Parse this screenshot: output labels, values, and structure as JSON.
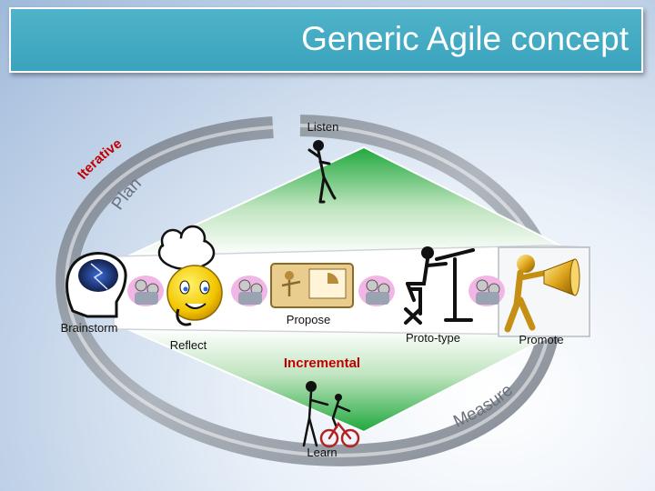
{
  "slide": {
    "title": "Generic Agile concept"
  },
  "diagram": {
    "iterative": "Iterative",
    "plan": "Plan",
    "measure": "Measure",
    "incremental": "Incremental",
    "stages": {
      "listen": "Listen",
      "brainstorm": "Brainstorm",
      "reflect": "Reflect",
      "propose": "Propose",
      "prototype": "Proto-type",
      "promote": "Promote",
      "learn": "Learn"
    },
    "colors": {
      "accent_red": "#c00000",
      "title_bg": "#3aa3bd",
      "green": "#2db34a",
      "ring": "#7d8590"
    }
  }
}
